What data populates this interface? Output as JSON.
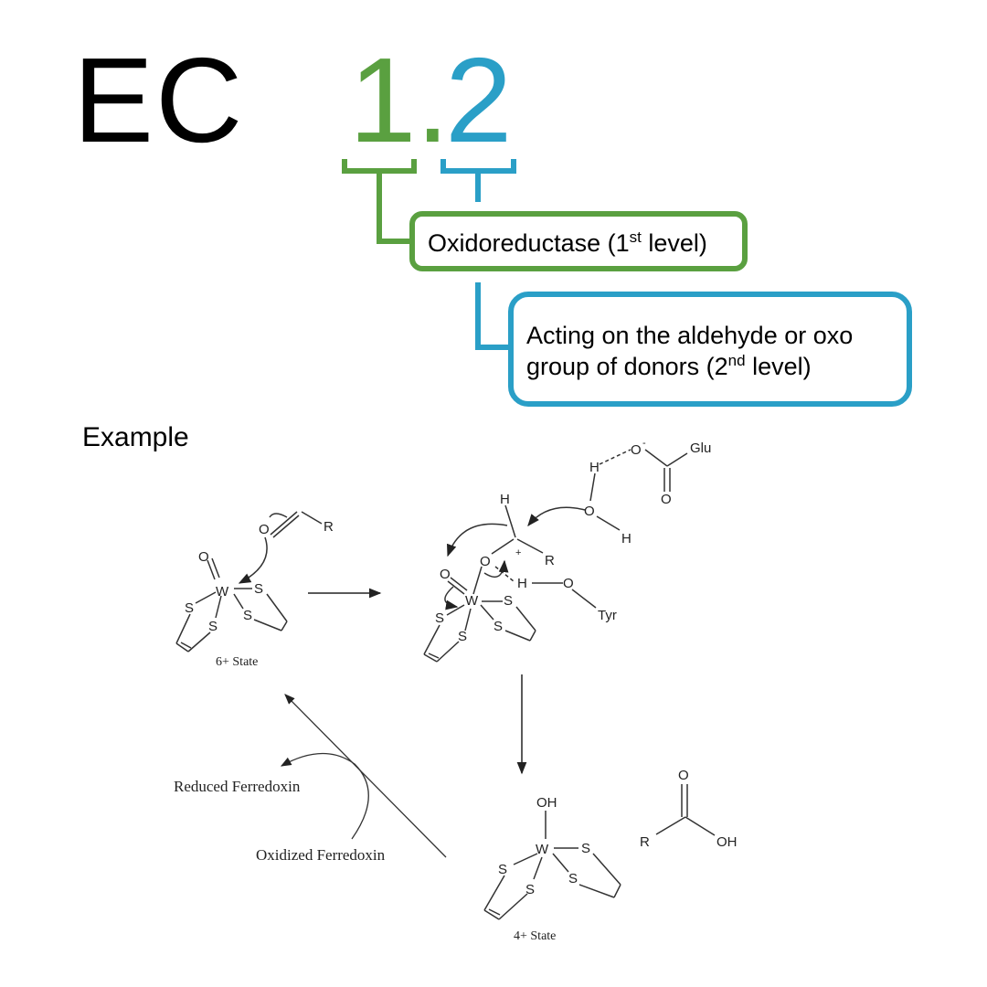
{
  "ec": {
    "prefix": "EC",
    "first_digit": "1",
    "dot": ".",
    "second_digit": "2",
    "colors": {
      "level1": "#5aa040",
      "level2": "#2a9fc7"
    }
  },
  "level1": {
    "text": "Oxidoreductase (1",
    "sup": "st",
    "suffix": " level)"
  },
  "level2": {
    "line1": "Acting on the aldehyde or oxo",
    "line2": "group of donors (2",
    "sup": "nd",
    "suffix": " level)"
  },
  "example_label": "Example",
  "mechanism": {
    "state_6": "6+ State",
    "state_4": "4+ State",
    "reduced": "Reduced Ferredoxin",
    "oxidized": "Oxidized Ferredoxin",
    "atoms": {
      "W": "W",
      "S": "S",
      "O": "O",
      "R": "R",
      "H": "H",
      "OH": "OH",
      "Glu": "Glu",
      "Tyr": "Tyr",
      "plus": "+",
      "minus": "-"
    }
  }
}
